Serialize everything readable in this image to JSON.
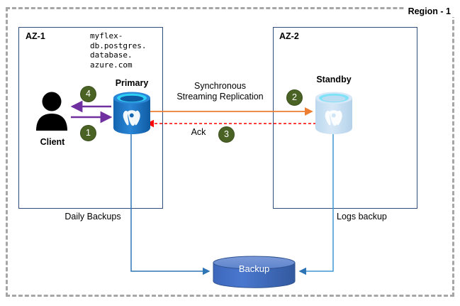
{
  "region": {
    "label": "Region - 1"
  },
  "zones": [
    {
      "id": "az1",
      "title": "AZ-1"
    },
    {
      "id": "az2",
      "title": "AZ-2"
    }
  ],
  "endpoint": {
    "hostname": "myflex-\ndb.postgres.\ndatabase.\nazure.com"
  },
  "nodes": {
    "client": {
      "label": "Client",
      "icon": "person-icon"
    },
    "primary": {
      "label": "Primary",
      "icon": "postgresql-database-icon"
    },
    "standby": {
      "label": "Standby",
      "icon": "postgresql-database-icon"
    },
    "backup": {
      "label": "Backup",
      "icon": "cylinder-storage-icon"
    }
  },
  "flows": {
    "replication_label": "Synchronous\nStreaming Replication",
    "ack_label": "Ack",
    "daily_backups_label": "Daily Backups",
    "logs_backup_label": "Logs backup"
  },
  "badges": [
    {
      "id": "badge-1",
      "number": "1"
    },
    {
      "id": "badge-2",
      "number": "2"
    },
    {
      "id": "badge-3",
      "number": "3"
    },
    {
      "id": "badge-4",
      "number": "4"
    }
  ],
  "colors": {
    "region_border": "#a6a6a6",
    "az_border": "#2e4d7b",
    "client_arrow": "#7030a0",
    "replication_arrow": "#ed7d31",
    "ack_arrow": "#ff0000",
    "backup_line": "#2e75b6",
    "backup_fill": "#4472c4",
    "badge_fill": "#4a6324",
    "primary_db": "#1f78c1",
    "standby_db": "#c5dcf0"
  }
}
